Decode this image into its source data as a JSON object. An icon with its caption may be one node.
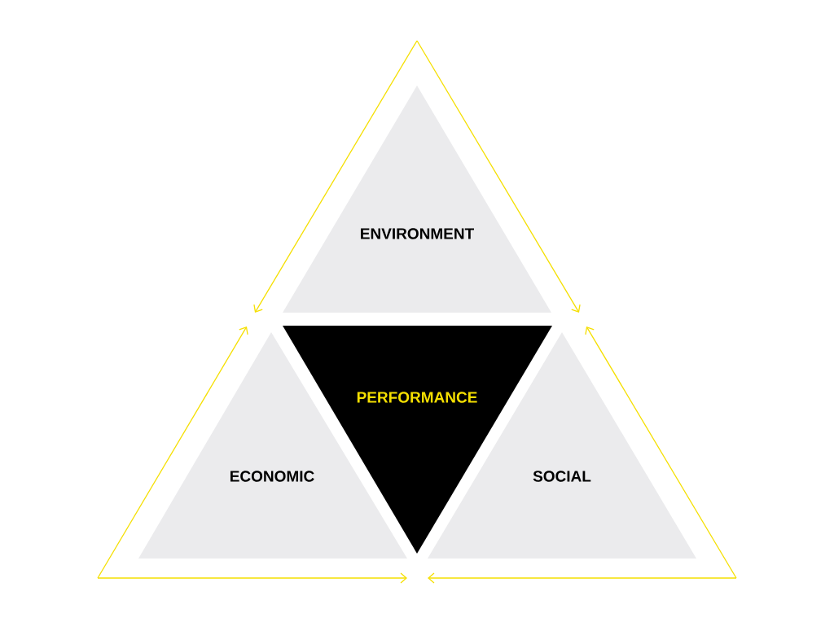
{
  "diagram": {
    "nodes": [
      {
        "text": [
          "ENVIRONMENT"
        ]
      },
      {
        "text": [
          "PERFORMANCE"
        ]
      },
      {
        "text": [
          "ECONOMIC"
        ]
      },
      {
        "text": [
          "SOCIAL"
        ]
      }
    ]
  }
}
